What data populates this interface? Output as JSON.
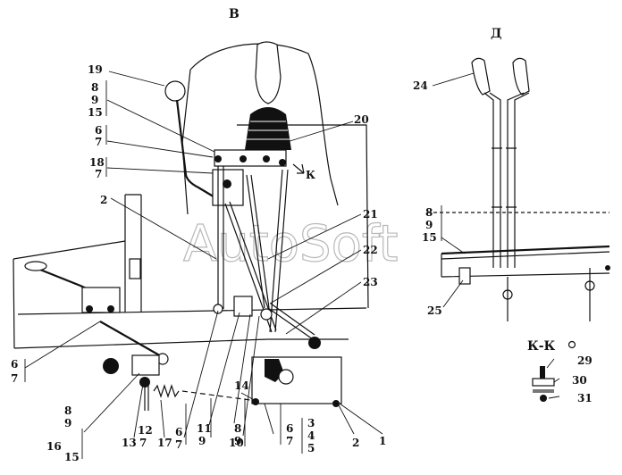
{
  "views": {
    "main": "В",
    "right": "Д",
    "section": "К-К"
  },
  "section_mark": "К",
  "watermark": "AutoSoft",
  "labels": {
    "l19": "19",
    "l8a": "8",
    "l9a": "9",
    "l15a": "15",
    "l6a": "6",
    "l7a": "7",
    "l18": "18",
    "l7b": "7",
    "l2a": "2",
    "l20": "20",
    "l21": "21",
    "l22": "22",
    "l23": "23",
    "l24": "24",
    "l8b": "8",
    "l9b": "9",
    "l15b": "15",
    "l25": "25",
    "l29": "29",
    "l30": "30",
    "l31": "31",
    "l6b": "6",
    "l7c": "7",
    "l8c": "8",
    "l9c": "9",
    "l15c": "15",
    "l16": "16",
    "l12": "12",
    "l7d": "7",
    "l13": "13",
    "l17": "17",
    "l6c": "6",
    "l7e": "7",
    "l11": "11",
    "l9d": "9",
    "l14": "14",
    "l10": "10",
    "l8d": "8",
    "l9e": "9",
    "l6d": "6",
    "l7f": "7",
    "l3": "3",
    "l4": "4",
    "l5": "5",
    "l2b": "2",
    "l1": "1"
  }
}
